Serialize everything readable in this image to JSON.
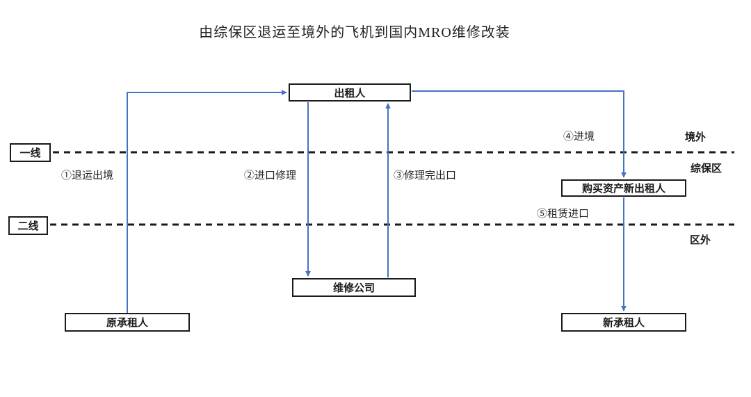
{
  "title": "由综保区退运至境外的飞机到国内MRO维修改装",
  "colors": {
    "arrow_blue": "#4472C4",
    "box_border": "#1a1a1a",
    "dashed_line": "#1a1a1a",
    "text": "#222222"
  },
  "boxes": {
    "lessor": "出租人",
    "first_line": "一线",
    "second_line": "二线",
    "repair_company": "维修公司",
    "original_lessee": "原承租人",
    "new_lessor": "购买资产新出租人",
    "new_lessee": "新承租人"
  },
  "flow_labels": {
    "step1": "①退运出境",
    "step2": "②进口修理",
    "step3": "③修理完出口",
    "step4": "④进境",
    "step5": "⑤租赁进口"
  },
  "region_labels": {
    "overseas": "境外",
    "bonded_zone": "综保区",
    "outside_zone": "区外"
  }
}
